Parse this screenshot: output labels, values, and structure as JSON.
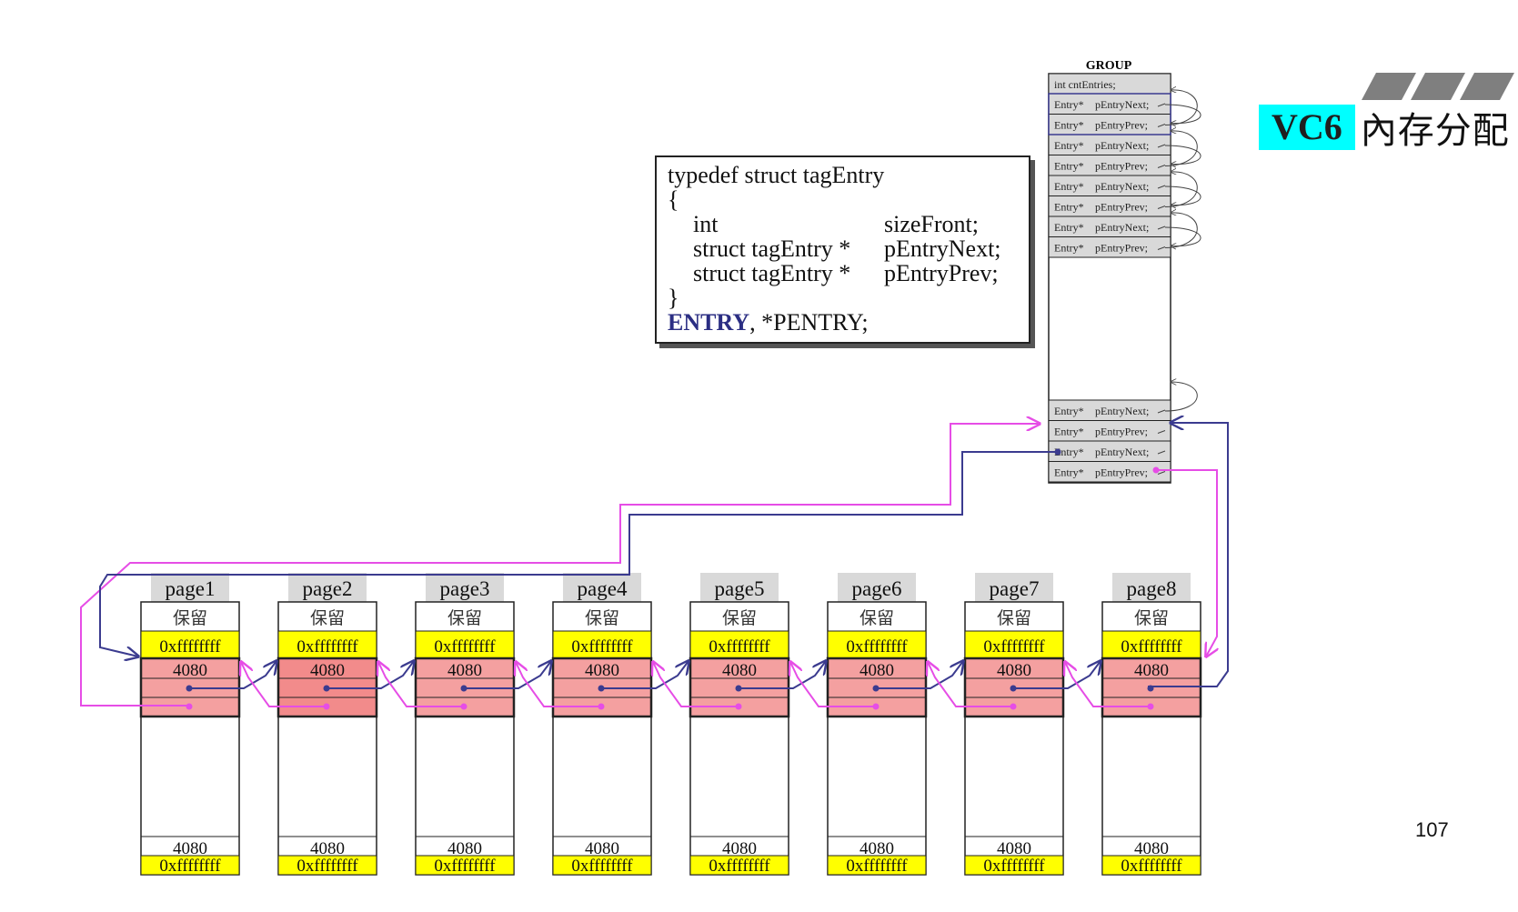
{
  "title": {
    "badge": "VC6",
    "rest": "內存分配"
  },
  "slide_number": "107",
  "code": {
    "line1": "typedef struct tagEntry",
    "open": "{",
    "fields": [
      {
        "type": "int",
        "name": "sizeFront;"
      },
      {
        "type": "struct tagEntry *",
        "name": "pEntryNext;"
      },
      {
        "type": "struct tagEntry *",
        "name": "pEntryPrev;"
      }
    ],
    "close": "}",
    "last_keyword": "ENTRY",
    "last_rest": ", *PENTRY;"
  },
  "group": {
    "label": "GROUP",
    "first_row": "int  cntEntries;",
    "row_type": "Entry*",
    "next_label": "pEntryNext;",
    "prev_label": "pEntryPrev;"
  },
  "pages": {
    "labels": [
      "page1",
      "page2",
      "page3",
      "page4",
      "page5",
      "page6",
      "page7",
      "page8"
    ],
    "reserved": "保留",
    "sentinel": "0xffffffff",
    "size": "4080"
  },
  "colors": {
    "yellow": "#ffff00",
    "pink": "#f4a0a0",
    "magenta": "#e64de6",
    "navy": "#3b3b8f",
    "cyan": "#00ffff",
    "gray_label": "#d9d9d9"
  }
}
